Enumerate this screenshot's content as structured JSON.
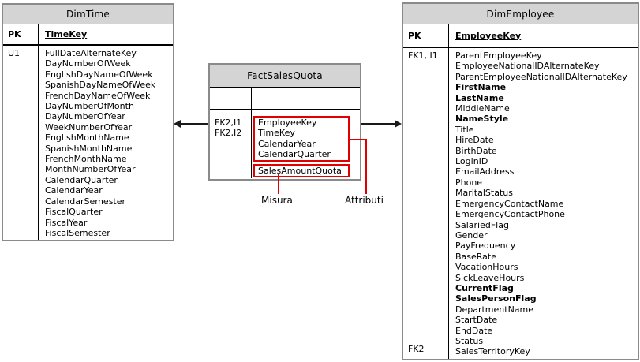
{
  "colors": {
    "header_fill": "#d4d4d4",
    "table_border": "#8a8a8a",
    "callout_red": "#e00000",
    "line_black": "#1a1a1a"
  },
  "tables": {
    "dim_time": {
      "title": "DimTime",
      "pk_label": "PK",
      "pk_key": "TimeKey",
      "index_label": "U1",
      "attributes": [
        "FullDateAlternateKey",
        "DayNumberOfWeek",
        "EnglishDayNameOfWeek",
        "SpanishDayNameOfWeek",
        "FrenchDayNameOfWeek",
        "DayNumberOfMonth",
        "DayNumberOfYear",
        "WeekNumberOfYear",
        "EnglishMonthName",
        "SpanishMonthName",
        "FrenchMonthName",
        "MonthNumberOfYear",
        "CalendarQuarter",
        "CalendarYear",
        "CalendarSemester",
        "FiscalQuarter",
        "FiscalYear",
        "FiscalSemester"
      ]
    },
    "fact_sales_quota": {
      "title": "FactSalesQuota",
      "fk_labels": [
        "FK2,I1",
        "FK2,I2"
      ],
      "attribute_rows": [
        "EmployeeKey",
        "TimeKey",
        "CalendarYear",
        "CalendarQuarter"
      ],
      "measure_rows": [
        "SalesAmountQuota"
      ]
    },
    "dim_employee": {
      "title": "DimEmployee",
      "pk_label": "PK",
      "pk_key": "EmployeeKey",
      "fk_top_label": "FK1, I1",
      "fk_bottom_label": "FK2",
      "attributes": [
        "ParentEmployeeKey",
        "EmployeeNationalIDAlternateKey",
        "ParentEmployeeNationalIDAlternateKey",
        {
          "text": "FirstName",
          "bold": true
        },
        {
          "text": "LastName",
          "bold": true
        },
        "MiddleName",
        {
          "text": "NameStyle",
          "bold": true
        },
        "Title",
        "HireDate",
        "BirthDate",
        "LoginID",
        "EmailAddress",
        "Phone",
        "MaritalStatus",
        "EmergencyContactName",
        "EmergencyContactPhone",
        "SalariedFlag",
        "Gender",
        "PayFrequency",
        "BaseRate",
        "VacationHours",
        "SickLeaveHours",
        {
          "text": "CurrentFlag",
          "bold": true
        },
        {
          "text": "SalesPersonFlag",
          "bold": true
        },
        "DepartmentName",
        "StartDate",
        "EndDate",
        "Status",
        "SalesTerritoryKey"
      ]
    }
  },
  "callouts": {
    "measure_label": "Misura",
    "attributes_label": "Attributi"
  }
}
